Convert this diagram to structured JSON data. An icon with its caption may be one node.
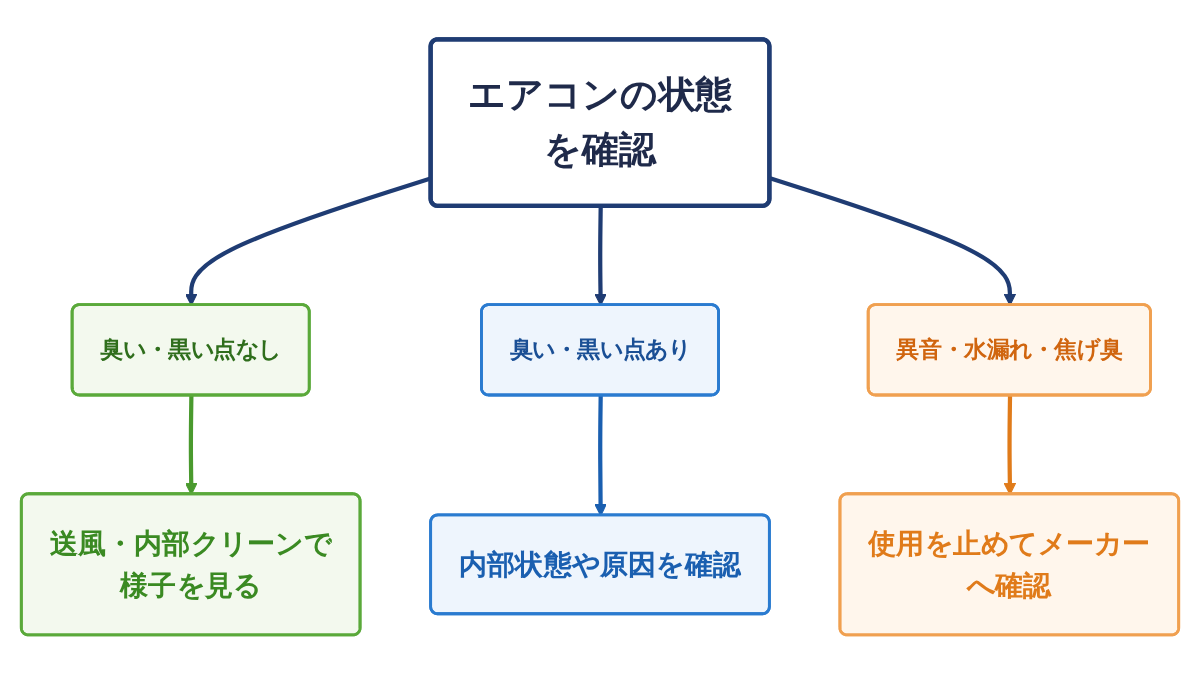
{
  "diagram": {
    "nodes": [
      {
        "text": [
          "エアコンの状態を確認"
        ]
      },
      {
        "text": [
          "臭い・黒い点なし"
        ]
      },
      {
        "text": [
          "臭い・黒い点あり"
        ]
      },
      {
        "text": [
          "異音・水漏れ・焦げ臭"
        ]
      },
      {
        "text": [
          "送風・内部クリーンで様子を見る"
        ]
      },
      {
        "text": [
          "内部状態や原因を確認"
        ]
      },
      {
        "text": [
          "使用を止めてメーカーへ確認"
        ]
      }
    ],
    "edges": [
      {
        "from": 0,
        "to": 1,
        "arrow": "to",
        "color": "#1f3c73"
      },
      {
        "from": 0,
        "to": 2,
        "arrow": "to",
        "color": "#1f3c73"
      },
      {
        "from": 0,
        "to": 3,
        "arrow": "to",
        "color": "#1f3c73"
      },
      {
        "from": 1,
        "to": 4,
        "arrow": "to",
        "color": "#4a9a2e"
      },
      {
        "from": 2,
        "to": 5,
        "arrow": "to",
        "color": "#1a5fb0"
      },
      {
        "from": 3,
        "to": 6,
        "arrow": "to",
        "color": "#e07b1a"
      }
    ]
  }
}
